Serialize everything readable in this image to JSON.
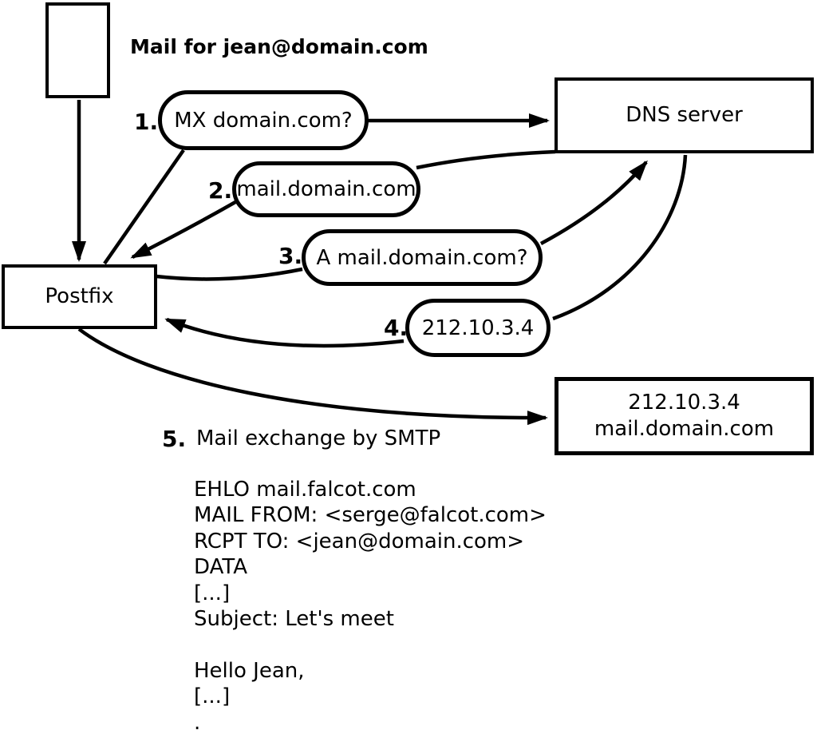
{
  "colors": {
    "ink": "#000000",
    "paper": "#ffffff"
  },
  "diagram": {
    "title": "Mail for jean@domain.com",
    "nodes": {
      "postfix": {
        "label": "Postfix"
      },
      "dns_server": {
        "label": "DNS server"
      },
      "mail_server": {
        "line1": "212.10.3.4",
        "line2": "mail.domain.com"
      }
    },
    "steps": [
      {
        "num": "1.",
        "label": "MX domain.com?"
      },
      {
        "num": "2.",
        "label": "mail.domain.com"
      },
      {
        "num": "3.",
        "label": "A mail.domain.com?"
      },
      {
        "num": "4.",
        "label": "212.10.3.4"
      },
      {
        "num": "5.",
        "label": "Mail exchange by SMTP"
      }
    ],
    "smtp_session": "EHLO mail.falcot.com\nMAIL FROM: <serge@falcot.com>\nRCPT TO: <jean@domain.com>\nDATA\n[...]\nSubject: Let's meet\n\nHello Jean,\n[...]\n."
  }
}
